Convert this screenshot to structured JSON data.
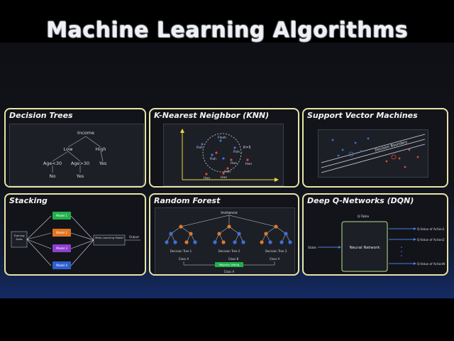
{
  "header": {
    "title": "Machine Learning Algorithms"
  },
  "panels": {
    "decision_trees": {
      "title": "Decision Trees",
      "nodes": {
        "root": "Income",
        "left": "Low",
        "right": "High",
        "ll": "Age<30",
        "lr": "Age>30",
        "lll": "No",
        "lrl": "Yes",
        "rr": "Yes"
      }
    },
    "knn": {
      "title": "K-Nearest Neighbor (KNN)",
      "k_label": "K=5",
      "points": [
        "Fish",
        "Flesh",
        "Fish",
        "Fish",
        "Fish",
        "Hen",
        "Hen",
        "Hen",
        "Hen",
        "Hen"
      ]
    },
    "svm": {
      "title": "Support Vector Machines",
      "boundary_label": "Decision Boundary"
    },
    "stacking": {
      "title": "Stacking",
      "input": "Training Data",
      "models": [
        "Model 1",
        "Model 2",
        "Model 3",
        "Model 4"
      ],
      "meta": "Meta Learning Model",
      "output": "Output",
      "model_colors": [
        "#22b04b",
        "#e2731f",
        "#8e3fd0",
        "#2f5fd0"
      ]
    },
    "random_forest": {
      "title": "Random Forest",
      "instance": "Instance",
      "trees": [
        "Decision Tree 1",
        "Decision Tree 2",
        "Decision Tree 3"
      ],
      "classes": [
        "Class A",
        "Class B",
        "Class A"
      ],
      "voting": "Majority Voting",
      "final": "Class A"
    },
    "dqn": {
      "title": "Deep Q-Networks (DQN)",
      "qtable": "Q-Table",
      "state": "State",
      "network": "Neural Network",
      "actions": [
        "Q-Value of Action1",
        "Q-Value of Action2",
        "Q-Value of ActionN"
      ]
    }
  },
  "colors": {
    "panel_border": "#e9e4a8",
    "node_blue": "#3f6fd8",
    "node_orange": "#e07a2a",
    "voting_green": "#22b04b",
    "nn_border": "#b9e38f"
  }
}
